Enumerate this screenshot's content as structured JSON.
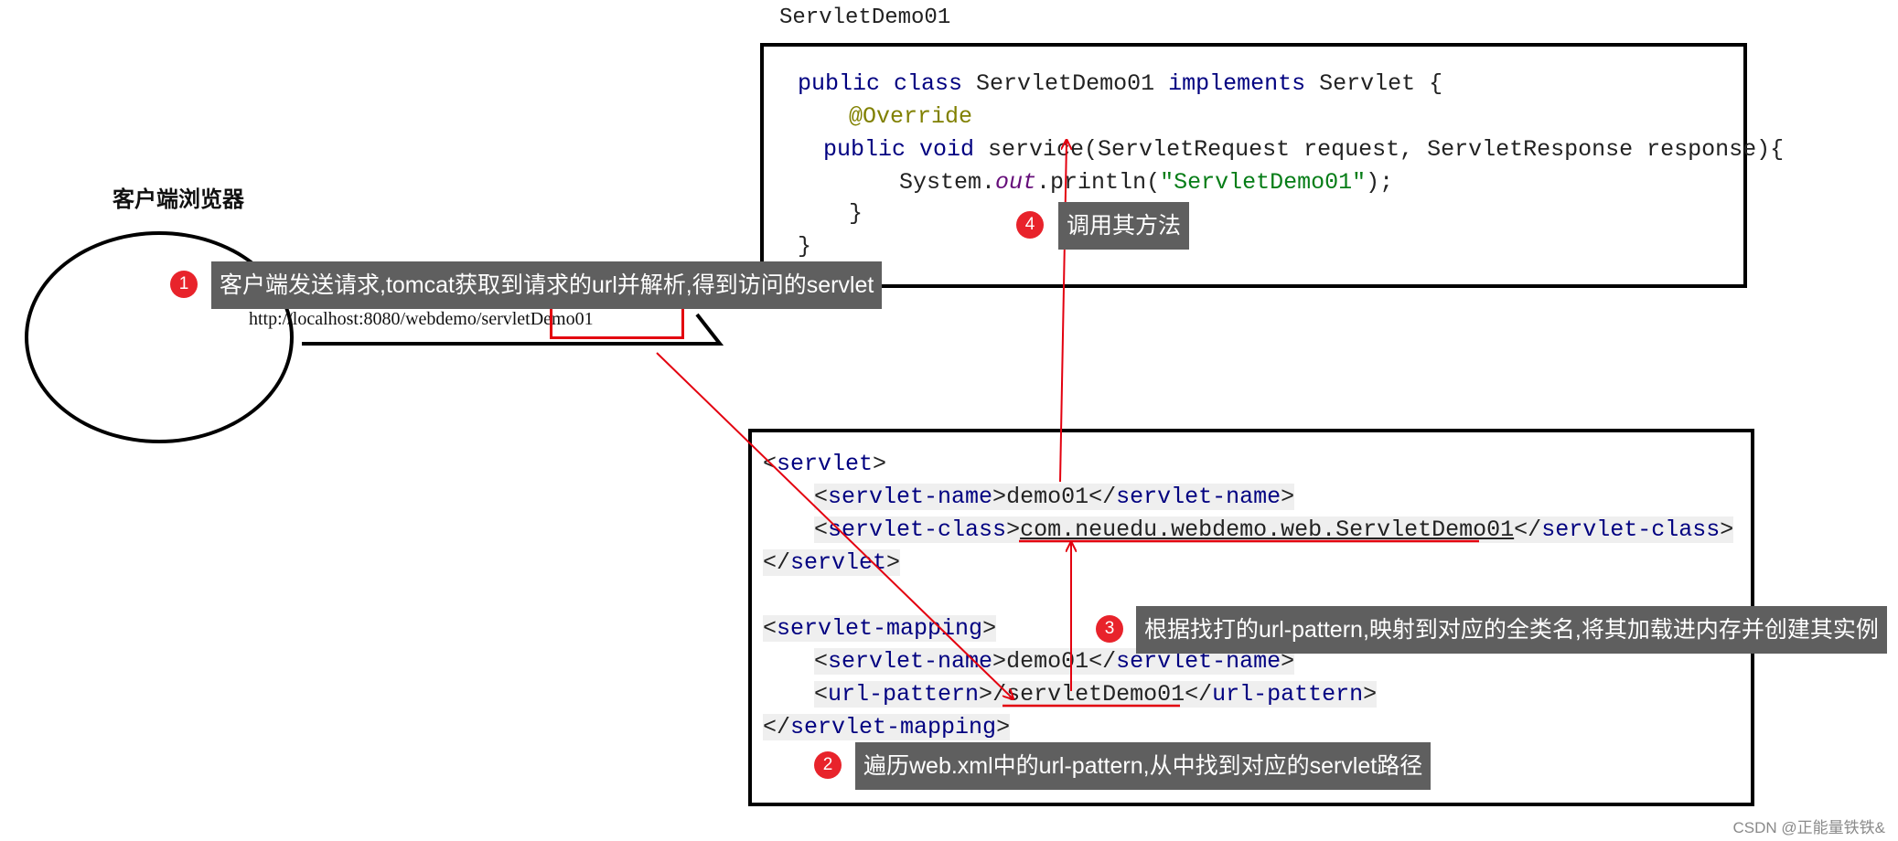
{
  "titles": {
    "servlet_class": "ServletDemo01",
    "browser": "客户端浏览器"
  },
  "url": {
    "prefix": "http://localhost:8080/webdemo/",
    "resource": "servletDemo01"
  },
  "java": {
    "l1_kw1": "public class ",
    "l1_name": "ServletDemo01 ",
    "l1_kw2": "implements ",
    "l1_rest": "Servlet {",
    "l2": "@Override",
    "l3_kw": "public void ",
    "l3_rest": "service(ServletRequest request, ServletResponse response){",
    "l4_a": "System.",
    "l4_out": "out",
    "l4_b": ".println(",
    "l4_str": "\"ServletDemo01\"",
    "l4_c": ");",
    "l5": "}",
    "l6": "}"
  },
  "xml": {
    "servlet_open": "servlet",
    "servlet_name_tag": "servlet-name",
    "servlet_name_value": "demo01",
    "servlet_class_tag": "servlet-class",
    "servlet_class_value": "com.neuedu.webdemo.web.ServletDemo01",
    "mapping_tag": "servlet-mapping",
    "mapping_name_value": "demo01",
    "url_pattern_tag": "url-pattern",
    "url_pattern_value": "/servletDemo01"
  },
  "steps": [
    {
      "num": "1",
      "text": "客户端发送请求,tomcat获取到请求的url并解析,得到访问的servlet"
    },
    {
      "num": "2",
      "text": "遍历web.xml中的url-pattern,从中找到对应的servlet路径"
    },
    {
      "num": "3",
      "text": "根据找打的url-pattern,映射到对应的全类名,将其加载进内存并创建其实例"
    },
    {
      "num": "4",
      "text": "调用其方法"
    }
  ],
  "colors": {
    "arrow": "#e3000f",
    "callout_bg": "#5f5f5f",
    "badge": "#e8232b",
    "xml_tag": "#000080"
  },
  "credit": "CSDN @正能量铁铁&"
}
